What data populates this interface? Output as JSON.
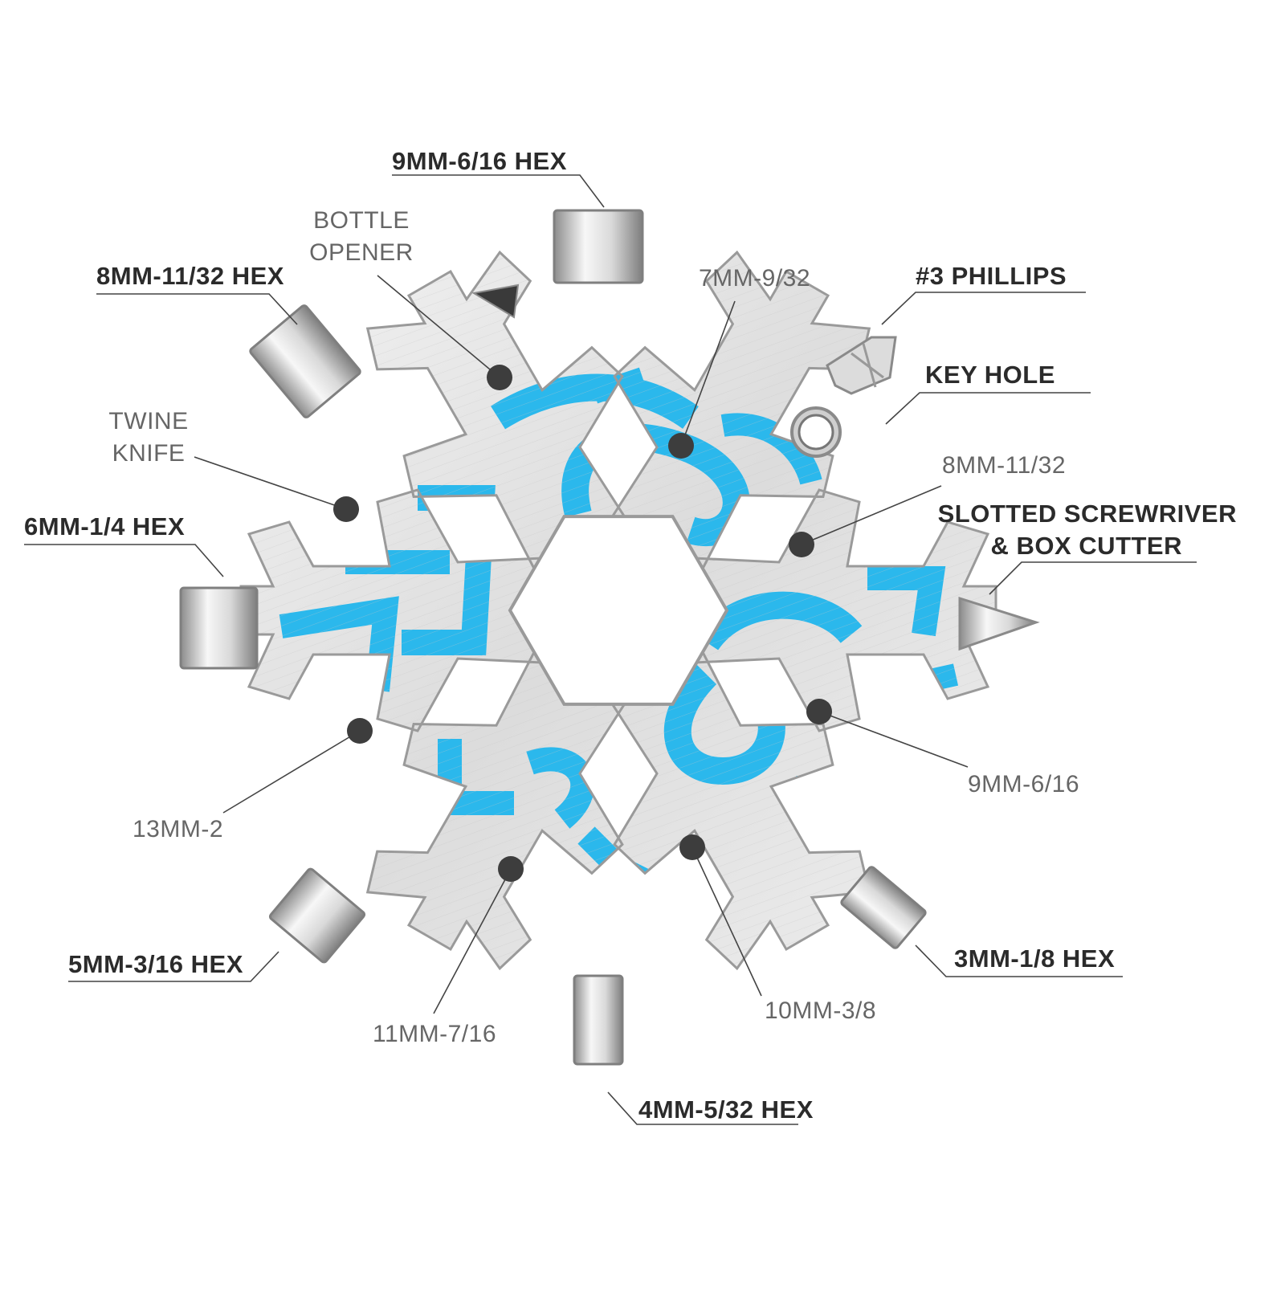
{
  "labels": {
    "hex_9mm_top": "9MM-6/16 HEX",
    "bottle_opener": [
      "BOTTLE",
      "OPENER"
    ],
    "wrench_7mm": "7MM-9/32",
    "phillips": "#3 PHILLIPS",
    "hex_8mm": "8MM-11/32 HEX",
    "key_hole": "KEY HOLE",
    "twine_knife": [
      "TWINE",
      "KNIFE"
    ],
    "wrench_8mm": "8MM-11/32",
    "slotted": [
      "SLOTTED SCREWRIVER",
      "& BOX CUTTER"
    ],
    "hex_6mm": "6MM-1/4 HEX",
    "wrench_13mm": "13MM-2",
    "wrench_9mm": "9MM-6/16",
    "hex_5mm": "5MM-3/16 HEX",
    "wrench_11mm": "11MM-7/16",
    "wrench_10mm": "10MM-3/8",
    "hex_3mm": "3MM-1/8 HEX",
    "hex_4mm": "4MM-5/32 HEX"
  },
  "colors": {
    "metal": "#e4e4e4",
    "metal_edge": "#9a9a9a",
    "accent": "#2bb8ec",
    "bit_light": "#f2f2f2",
    "bit_dark": "#8a8a8a",
    "leader": "#444444",
    "dot": "#3d3d3d"
  }
}
